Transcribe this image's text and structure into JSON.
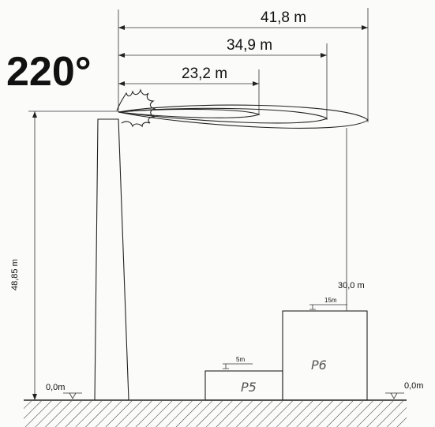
{
  "angle_label": "220°",
  "dimensions": {
    "reach_1": "41,8 m",
    "reach_2": "34,9 m",
    "reach_3": "23,2 m",
    "stack_height": "48,85 m",
    "level_left": "0,0m",
    "level_right": "0,0m",
    "p6_height": "30,0 m",
    "p6_offset": "15m",
    "p5_offset": "5m"
  },
  "buildings": {
    "p5": "P5",
    "p6": "P6"
  }
}
